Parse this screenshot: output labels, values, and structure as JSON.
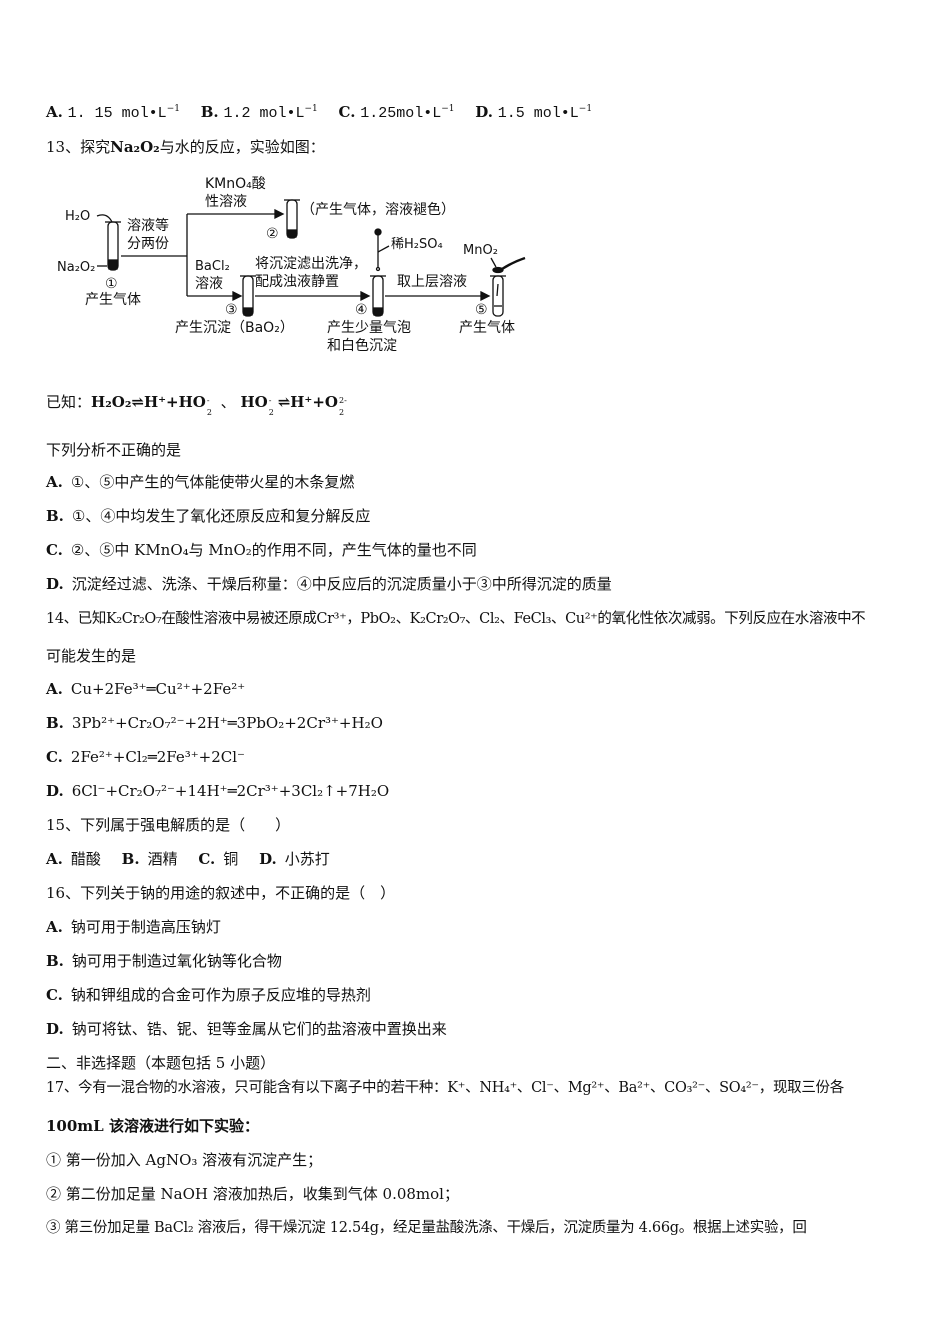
{
  "q12_options": [
    {
      "label": "A.",
      "text": "1. 15 mol•L",
      "sup": "−1"
    },
    {
      "label": "B.",
      "text": "1.2 mol•L",
      "sup": "−1"
    },
    {
      "label": "C.",
      "text": "1.25mol•L",
      "sup": "−1"
    },
    {
      "label": "D.",
      "text": "1.5 mol•L",
      "sup": "−1"
    }
  ],
  "q13": {
    "number": "13、",
    "stem_pre": "探究",
    "stem_formula": "Na₂O₂",
    "stem_post": "与水的反应，实验如图：",
    "diagram": {
      "h2o": "H₂O",
      "na2o2": "Na₂O₂",
      "split_1": "溶液等",
      "split_2": "分两份",
      "kmno4_1": "KMnO₄酸",
      "kmno4_2": "性溶液",
      "tube2_note": "（产生气体，溶液褪色）",
      "bacl2_1": "BaCl₂",
      "bacl2_2": "溶液",
      "filter_1": "将沉淀滤出洗净，",
      "filter_2": "配成浊液静置",
      "h2so4": "稀H₂SO₄",
      "take_upper": "取上层溶液",
      "mno2": "MnO₂",
      "tube1_num": "①",
      "tube2_num": "②",
      "tube3_num": "③",
      "tube4_num": "④",
      "tube5_num": "⑤",
      "tube1_caption": "产生气体",
      "tube3_caption": "产生沉淀（BaO₂）",
      "tube4_caption_1": "产生少量气泡",
      "tube4_caption_2": "和白色沉淀",
      "tube5_caption": "产生气体"
    },
    "known_prefix": "已知：",
    "known_eq1": "H₂O₂⇌H⁺+HO",
    "known_sep": "、",
    "known_eq2a": "HO",
    "known_eq2b": "⇌H⁺+O",
    "charge_minus": "-",
    "charge_2minus": "2-",
    "sub_2": "2",
    "question": "下列分析不正确的是",
    "options": [
      {
        "label": "A.",
        "text": "①、⑤中产生的气体能使带火星的木条复燃"
      },
      {
        "label": "B.",
        "text": "①、④中均发生了氧化还原反应和复分解反应"
      },
      {
        "label": "C.",
        "text": "②、⑤中 KMnO₄与 MnO₂的作用不同，产生气体的量也不同"
      },
      {
        "label": "D.",
        "text": "沉淀经过滤、洗涤、干燥后称量：④中反应后的沉淀质量小于③中所得沉淀的质量"
      }
    ]
  },
  "q14": {
    "line1": "14、已知K₂Cr₂O₇在酸性溶液中易被还原成Cr³⁺，PbO₂、K₂Cr₂O₇、Cl₂、FeCl₃、Cu²⁺的氧化性依次减弱。下列反应在水溶液中不",
    "line2": "可能发生的是",
    "options": [
      {
        "label": "A.",
        "text": "Cu+2Fe³⁺═Cu²⁺+2Fe²⁺"
      },
      {
        "label": "B.",
        "text": "3Pb²⁺+Cr₂O₇²⁻+2H⁺═3PbO₂+2Cr³⁺+H₂O"
      },
      {
        "label": "C.",
        "text": "2Fe²⁺+Cl₂═2Fe³⁺+2Cl⁻"
      },
      {
        "label": "D.",
        "text": "6Cl⁻+Cr₂O₇²⁻+14H⁺═2Cr³⁺+3Cl₂↑+7H₂O"
      }
    ]
  },
  "q15": {
    "stem": "15、下列属于强电解质的是（　　）",
    "options": [
      {
        "label": "A.",
        "text": "醋酸"
      },
      {
        "label": "B.",
        "text": "酒精"
      },
      {
        "label": "C.",
        "text": "铜"
      },
      {
        "label": "D.",
        "text": "小苏打"
      }
    ]
  },
  "q16": {
    "stem": "16、下列关于钠的用途的叙述中，不正确的是（　）",
    "options": [
      {
        "label": "A.",
        "text": "钠可用于制造高压钠灯"
      },
      {
        "label": "B.",
        "text": "钠可用于制造过氧化钠等化合物"
      },
      {
        "label": "C.",
        "text": "钠和钾组成的合金可作为原子反应堆的导热剂"
      },
      {
        "label": "D.",
        "text": "钠可将钛、锆、铌、钽等金属从它们的盐溶液中置换出来"
      }
    ]
  },
  "section2": {
    "heading": "二、非选择题（本题包括 5 小题）"
  },
  "q17": {
    "line1": "17、今有一混合物的水溶液，只可能含有以下离子中的若干种：K⁺、NH₄⁺、Cl⁻、Mg²⁺、Ba²⁺、CO₃²⁻、SO₄²⁻，现取三份各",
    "line2": "100mL 该溶液进行如下实验：",
    "steps": [
      "① 第一份加入 AgNO₃ 溶液有沉淀产生；",
      "② 第二份加足量 NaOH 溶液加热后，收集到气体 0.08mol；",
      "③ 第三份加足量 BaCl₂ 溶液后，得干燥沉淀 12.54g，经足量盐酸洗涤、干燥后，沉淀质量为 4.66g。根据上述实验，回"
    ]
  }
}
